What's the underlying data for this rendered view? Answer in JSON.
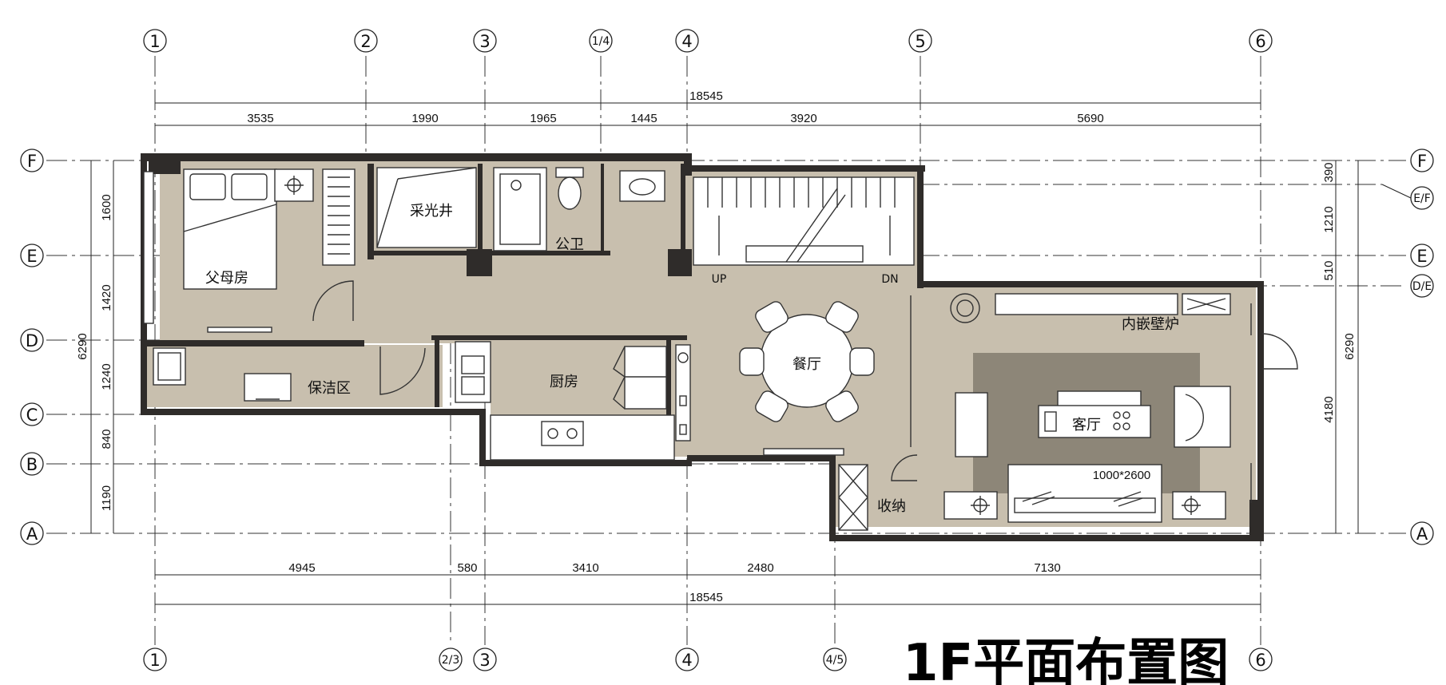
{
  "title": "1F平面布置图",
  "axes": {
    "top": [
      "1",
      "2",
      "3",
      "1/4",
      "4",
      "5",
      "6"
    ],
    "bottom": [
      "1",
      "2/3",
      "3",
      "4",
      "4/5",
      "6"
    ],
    "left": [
      "F",
      "E",
      "D",
      "C",
      "B",
      "A"
    ],
    "right": [
      "F",
      "E/F",
      "E",
      "D/E",
      "A"
    ]
  },
  "dims": {
    "top_total": "18545",
    "top": [
      "3535",
      "1990",
      "1965",
      "1445",
      "3920",
      "5690"
    ],
    "bottom": [
      "4945",
      "580",
      "3410",
      "2480",
      "7130"
    ],
    "bottom_total": "18545",
    "left": [
      "1600",
      "1420",
      "1240",
      "840",
      "1190"
    ],
    "left_total": "6290",
    "right": [
      "390",
      "1210",
      "510",
      "4180"
    ],
    "right_total": "6290"
  },
  "rooms": {
    "parents_room": "父母房",
    "lightwell": "采光井",
    "public_bath": "公卫",
    "cleaning": "保洁区",
    "kitchen": "厨房",
    "dining": "餐厅",
    "living": "客厅",
    "fireplace": "内嵌壁炉",
    "storage": "收纳",
    "stair_up": "UP",
    "stair_dn": "DN",
    "carpet_size": "1000*2600"
  },
  "colors": {
    "wall": "#2f2c2a",
    "floor": "#c8bfae",
    "carpet": "#8d8678"
  }
}
